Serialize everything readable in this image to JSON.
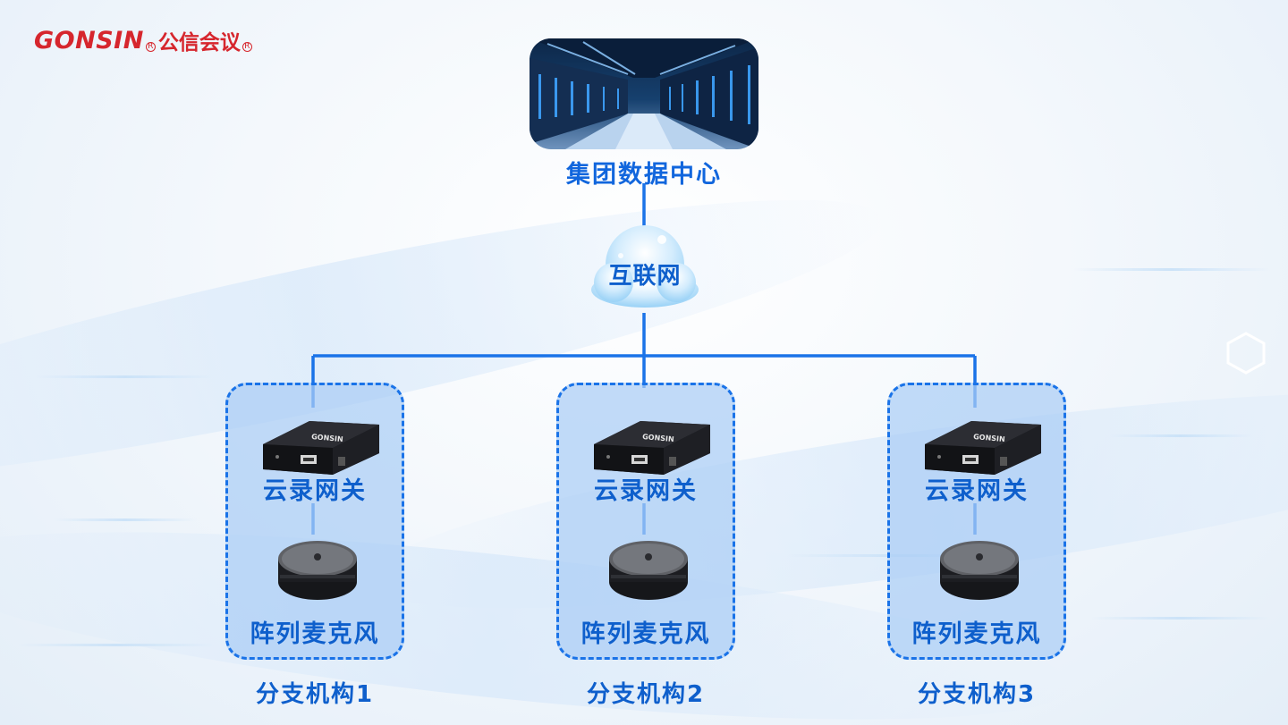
{
  "brand": {
    "name_en": "GONSIN",
    "name_cn": "公信会议",
    "color": "#d6262d"
  },
  "data_center": {
    "label": "集团数据中心",
    "icon": "server-room-photo"
  },
  "internet": {
    "label": "互联网",
    "icon": "cloud-icon"
  },
  "branches": [
    {
      "name": "分支机构1",
      "gateway_label": "云录网关",
      "gateway_icon": "gateway-box-icon",
      "mic_label": "阵列麦克风",
      "mic_icon": "array-microphone-icon"
    },
    {
      "name": "分支机构2",
      "gateway_label": "云录网关",
      "gateway_icon": "gateway-box-icon",
      "mic_label": "阵列麦克风",
      "mic_icon": "array-microphone-icon"
    },
    {
      "name": "分支机构3",
      "gateway_label": "云录网关",
      "gateway_icon": "gateway-box-icon",
      "mic_label": "阵列麦克风",
      "mic_icon": "array-microphone-icon"
    }
  ],
  "colors": {
    "line": "#1a73e8",
    "label": "#0e5fcc",
    "branch_fill": "#aacdf5"
  }
}
